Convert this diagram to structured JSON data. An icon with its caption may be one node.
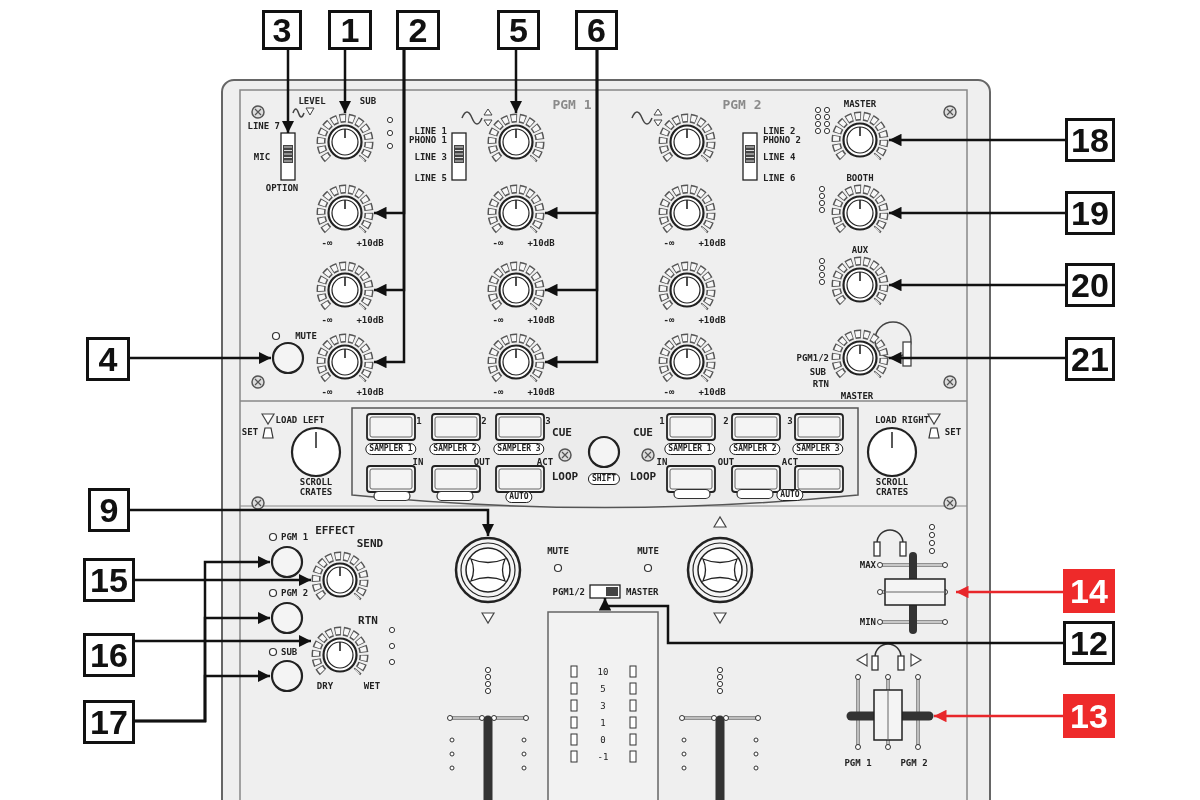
{
  "diagram": {
    "nodes": [
      {
        "text": [
          "3"
        ]
      },
      {
        "text": [
          "1"
        ]
      },
      {
        "text": [
          "2"
        ]
      },
      {
        "text": [
          "5"
        ]
      },
      {
        "text": [
          "6"
        ]
      },
      {
        "text": [
          "18"
        ]
      },
      {
        "text": [
          "19"
        ]
      },
      {
        "text": [
          "20"
        ]
      },
      {
        "text": [
          "4"
        ]
      },
      {
        "text": [
          "21"
        ]
      },
      {
        "text": [
          "9"
        ]
      },
      {
        "text": [
          "15"
        ]
      },
      {
        "text": [
          "14"
        ]
      },
      {
        "text": [
          "12"
        ]
      },
      {
        "text": [
          "16"
        ]
      },
      {
        "text": [
          "13"
        ]
      },
      {
        "text": [
          "17"
        ]
      },
      {
        "text": [],
        "shape": "box"
      },
      {
        "text": [],
        "shape": "circle"
      },
      {
        "text": [],
        "shape": "circle"
      },
      {
        "text": [],
        "shape": "circle"
      },
      {
        "text": [],
        "shape": "circle"
      },
      {
        "text": [],
        "shape": "circle"
      },
      {
        "text": [],
        "shape": "circle"
      },
      {
        "text": [],
        "shape": "circle"
      },
      {
        "text": [],
        "shape": "circle"
      },
      {
        "text": [],
        "shape": "circle"
      },
      {
        "text": [],
        "shape": "circle"
      },
      {
        "text": [],
        "shape": "circle"
      },
      {
        "text": [],
        "shape": "circle"
      },
      {
        "text": [],
        "shape": "circle"
      },
      {
        "text": [],
        "shape": "circle"
      },
      {
        "text": [],
        "shape": "circle"
      },
      {
        "text": [],
        "shape": "circle"
      },
      {
        "text": [],
        "shape": "circle"
      },
      {
        "text": [],
        "shape": "circle"
      },
      {
        "text": [],
        "shape": "circle"
      },
      {
        "text": [],
        "shape": "box"
      },
      {
        "text": [],
        "shape": "box"
      },
      {
        "text": [],
        "shape": "box"
      },
      {
        "text": [],
        "shape": "circle"
      },
      {
        "text": [],
        "shape": "circle"
      },
      {
        "text": [],
        "shape": "circle"
      },
      {
        "text": [],
        "shape": "circle"
      },
      {
        "text": [],
        "shape": "box"
      },
      {
        "text": [],
        "shape": "box"
      },
      {
        "text": [],
        "shape": "circle"
      },
      {
        "text": [],
        "shape": "circle"
      },
      {
        "text": [],
        "shape": "circle"
      },
      {
        "text": [],
        "shape": "circle"
      }
    ],
    "edges": [
      {
        "from": 0,
        "to": 17,
        "arrow": "to"
      },
      {
        "from": 1,
        "to": 18,
        "arrow": "to"
      },
      {
        "from": 2,
        "to": 19,
        "arrow": "to"
      },
      {
        "from": 2,
        "to": 20,
        "arrow": "to"
      },
      {
        "from": 2,
        "to": 21,
        "arrow": "to"
      },
      {
        "from": 3,
        "to": 22,
        "arrow": "to"
      },
      {
        "from": 4,
        "to": 23,
        "arrow": "to"
      },
      {
        "from": 4,
        "to": 24,
        "arrow": "to"
      },
      {
        "from": 4,
        "to": 25,
        "arrow": "to"
      },
      {
        "from": 5,
        "to": 26,
        "arrow": "to"
      },
      {
        "from": 6,
        "to": 27,
        "arrow": "to"
      },
      {
        "from": 7,
        "to": 28,
        "arrow": "to"
      },
      {
        "from": 8,
        "to": 29,
        "arrow": "to"
      },
      {
        "from": 9,
        "to": 30,
        "arrow": "to"
      },
      {
        "from": 10,
        "to": 31,
        "arrow": "to"
      },
      {
        "from": 11,
        "to": 32,
        "arrow": "to"
      },
      {
        "from": 12,
        "to": 38,
        "arrow": "to",
        "color": "#e8262a"
      },
      {
        "from": 13,
        "to": 37,
        "arrow": "to"
      },
      {
        "from": 14,
        "to": 33,
        "arrow": "to"
      },
      {
        "from": 15,
        "to": 39,
        "arrow": "to",
        "color": "#e8262a"
      },
      {
        "from": 16,
        "to": 34,
        "arrow": "to"
      },
      {
        "from": 16,
        "to": 35,
        "arrow": "to"
      },
      {
        "from": 16,
        "to": 36,
        "arrow": "to"
      }
    ],
    "labels": [
      "LINE 7",
      "LEVEL",
      "SUB",
      "MIC",
      "OPTION",
      "LINE 1",
      "PHONO 1",
      "LINE 3",
      "LINE 5",
      "PGM 1",
      "PGM 2",
      "LINE 2",
      "PHONO 2",
      "LINE 4",
      "LINE 6",
      "MASTER",
      "BOOTH",
      "-∞",
      "+10dB",
      "-∞",
      "+10dB",
      "-∞",
      "+10dB",
      "AUX",
      "-∞",
      "+10dB",
      "-∞",
      "+10dB",
      "-∞",
      "+10dB",
      "MUTE",
      "PGM1/2",
      "SUB",
      "RTN",
      "-∞",
      "+10dB",
      "-∞",
      "+10dB",
      "-∞",
      "+10dB",
      "MASTER",
      "LOAD LEFT",
      "1",
      "2",
      "3",
      "1",
      "2",
      "3",
      "LOAD RIGHT",
      "SET",
      "CUE",
      "CUE",
      "SET",
      "SAMPLER 1",
      "SAMPLER 2",
      "SAMPLER 3",
      "SAMPLER 1",
      "SAMPLER 2",
      "SAMPLER 3",
      "IN",
      "OUT",
      "ACT",
      "IN",
      "OUT",
      "ACT",
      "LOOP",
      "SHIFT",
      "LOOP",
      "SCROLL CRATES",
      "SCROLL CRATES",
      "AUTO",
      "AUTO",
      "EFFECT",
      "PGM 1",
      "SEND",
      "MUTE",
      "MUTE",
      "MAX",
      "PGM 2",
      "PGM1/2",
      "MASTER",
      "RTN",
      "MIN",
      "SUB",
      "10",
      "DRY",
      "WET",
      "5",
      "3",
      "1",
      "0",
      "-1",
      "PGM 1",
      "PGM 2"
    ]
  }
}
